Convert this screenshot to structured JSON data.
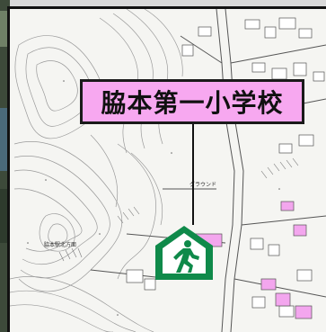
{
  "school": {
    "name": "脇本第一小学校"
  },
  "map": {
    "ground_label": "グラウンド",
    "facility_label": "脇本駅北方面"
  },
  "colors": {
    "label_fill": "#f7a8f0",
    "shelter_green": "#0f8a4a",
    "building_pink": "#f3a6ee",
    "map_bg": "#f5f5f2"
  },
  "icons": {
    "evacuation": "emergency-exit-house-icon"
  }
}
